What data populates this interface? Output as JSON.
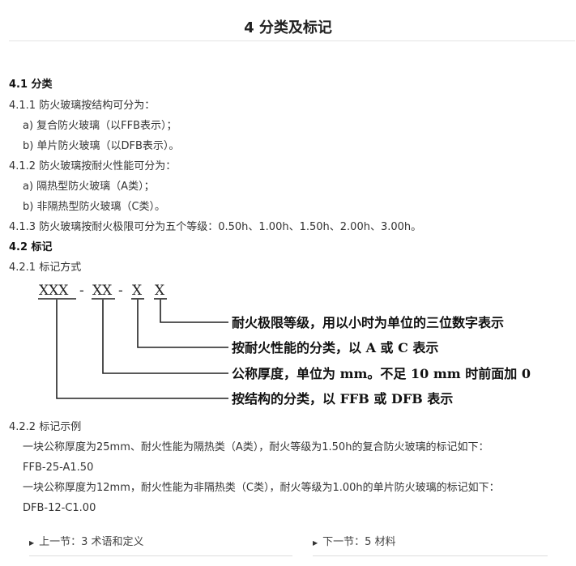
{
  "title": "4 分类及标记",
  "lines": {
    "s41": "4.1 分类",
    "s411": "4.1.1 防火玻璃按结构可分为：",
    "s411a": "a) 复合防火玻璃（以FFB表示）；",
    "s411b": "b) 单片防火玻璃（以DFB表示）。",
    "s412": "4.1.2 防火玻璃按耐火性能可分为：",
    "s412a": "a) 隔热型防火玻璃（A类）；",
    "s412b": "b) 非隔热型防火玻璃（C类）。",
    "s413": "4.1.3 防火玻璃按耐火极限可分为五个等级：0.50h、1.00h、1.50h、2.00h、3.00h。",
    "s42": "4.2 标记",
    "s421": "4.2.1 标记方式",
    "s422": "4.2.2 标记示例",
    "ex1": "一块公称厚度为25mm、耐火性能为隔热类（A类），耐火等级为1.50h的复合防火玻璃的标记如下：",
    "ex1code": "FFB-25-A1.50",
    "ex2": "一块公称厚度为12mm，耐火性能为非隔热类（C类），耐火等级为1.00h的单片防火玻璃的标记如下：",
    "ex2code": "DFB-12-C1.00"
  },
  "diagram": {
    "code": [
      "XXX",
      "-",
      "XX",
      "-",
      "X",
      "X"
    ],
    "labels": [
      "耐火极限等级，用以小时为单位的三位数字表示",
      "按耐火性能的分类，以 A 或 C 表示",
      "公称厚度，单位为 mm。不足 10 mm 时前面加 0",
      "按结构的分类，以 FFB 或 DFB 表示"
    ]
  },
  "nav": {
    "prev": "上一节：3 术语和定义",
    "next": "下一节：5 材料"
  },
  "colors": {
    "text": "#222222",
    "rule": "#e3e3e3"
  }
}
